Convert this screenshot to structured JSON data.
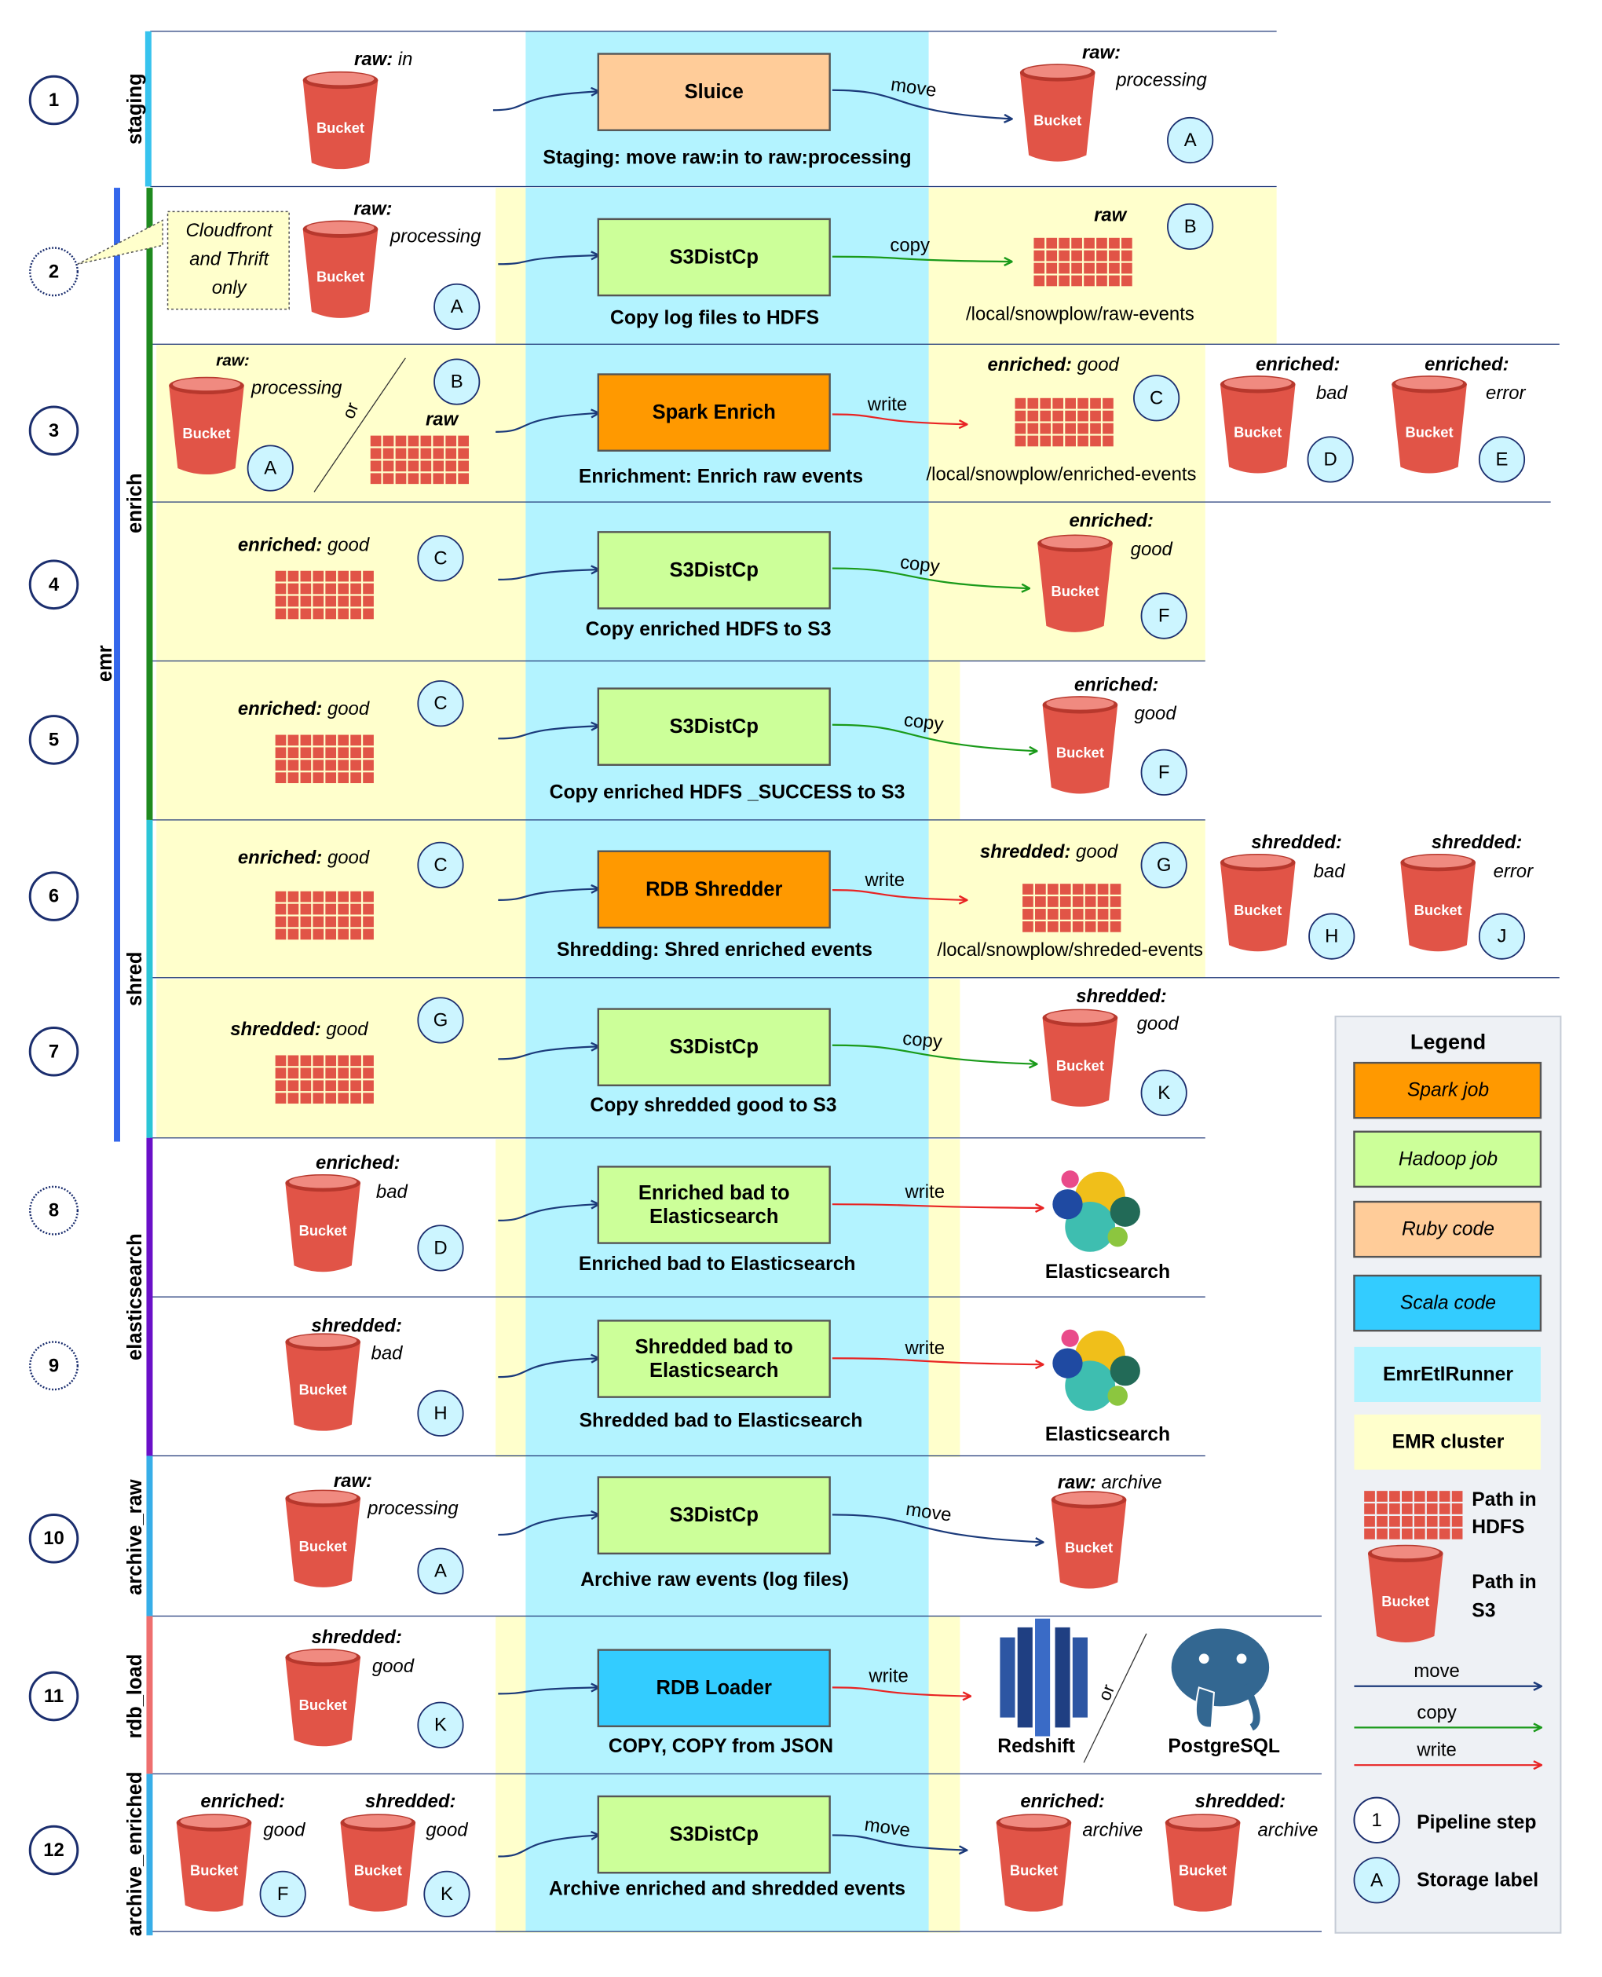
{
  "stages": [
    {
      "label": "staging",
      "color": "#37c3ee"
    },
    {
      "label": "emr",
      "color": "#3467eb"
    },
    {
      "label": "enrich",
      "color": "#1f8a1f"
    },
    {
      "label": "shred",
      "color": "#2cc5d6"
    },
    {
      "label": "elasticsearch",
      "color": "#6a10c8"
    },
    {
      "label": "archive_raw",
      "color": "#37aee8"
    },
    {
      "label": "rdb_load",
      "color": "#ee6f6f"
    },
    {
      "label": "archive_enriched",
      "color": "#37aee8"
    }
  ],
  "steps": [
    "1",
    "2",
    "3",
    "4",
    "5",
    "6",
    "7",
    "8",
    "9",
    "10",
    "11",
    "12"
  ],
  "storage_labels": [
    "A",
    "B",
    "C",
    "D",
    "E",
    "F",
    "G",
    "H",
    "J",
    "K"
  ],
  "bucket_text": "Bucket",
  "callout": {
    "lines": [
      "Cloudfront",
      "and Thrift",
      "only"
    ]
  },
  "or_text": "or",
  "rows": [
    {
      "job": [
        "Sluice"
      ],
      "caption": "Staging: move raw:in to raw:processing",
      "arrow": "move"
    },
    {
      "job": [
        "S3DistCp"
      ],
      "caption": "Copy log files to HDFS",
      "arrow": "copy",
      "path": "/local/snowplow/raw-events"
    },
    {
      "job": [
        "Spark Enrich"
      ],
      "caption": "Enrichment: Enrich raw events",
      "arrow": "write",
      "path": "/local/snowplow/enriched-events"
    },
    {
      "job": [
        "S3DistCp"
      ],
      "caption": "Copy enriched HDFS to S3",
      "arrow": "copy"
    },
    {
      "job": [
        "S3DistCp"
      ],
      "caption": "Copy enriched HDFS _SUCCESS to S3",
      "arrow": "copy"
    },
    {
      "job": [
        "RDB Shredder"
      ],
      "caption": "Shredding: Shred enriched events",
      "arrow": "write",
      "path": "/local/snowplow/shreded-events"
    },
    {
      "job": [
        "S3DistCp"
      ],
      "caption": "Copy shredded good to S3",
      "arrow": "copy"
    },
    {
      "job": [
        "Enriched bad to",
        "Elasticsearch"
      ],
      "caption": "Enriched bad to Elasticsearch",
      "arrow": "write",
      "target": "Elasticsearch"
    },
    {
      "job": [
        "Shredded bad to",
        "Elasticsearch"
      ],
      "caption": "Shredded bad to Elasticsearch",
      "arrow": "write",
      "target": "Elasticsearch"
    },
    {
      "job": [
        "S3DistCp"
      ],
      "caption": "Archive raw events (log files)",
      "arrow": "move"
    },
    {
      "job": [
        "RDB Loader"
      ],
      "caption": "COPY, COPY from JSON",
      "arrow": "write",
      "targets": [
        "Redshift",
        "PostgreSQL"
      ]
    },
    {
      "job": [
        "S3DistCp"
      ],
      "caption": "Archive enriched and shredded events",
      "arrow": "move"
    }
  ],
  "storage_text": {
    "raw_in": [
      "raw:",
      " in"
    ],
    "raw_processing": [
      "raw:",
      "processing"
    ],
    "raw": "raw",
    "enriched_good": [
      "enriched:",
      " good"
    ],
    "enriched_good2": [
      "enriched:",
      "good"
    ],
    "enriched_bad": [
      "enriched:",
      "bad"
    ],
    "enriched_error": [
      "enriched:",
      "error"
    ],
    "shredded_good": [
      "shredded:",
      " good"
    ],
    "shredded_good2": [
      "shredded:",
      "good"
    ],
    "shredded_bad": [
      "shredded:",
      "bad"
    ],
    "shredded_error": [
      "shredded:",
      "error"
    ],
    "raw_archive": [
      "raw:",
      " archive"
    ],
    "enriched_archive": [
      "enriched:",
      "archive"
    ],
    "shredded_archive": [
      "shredded:",
      "archive"
    ]
  },
  "legend": {
    "title": "Legend",
    "items": [
      {
        "label": "Spark job",
        "color": "#ff9900"
      },
      {
        "label": "Hadoop job",
        "color": "#ccff99"
      },
      {
        "label": "Ruby code",
        "color": "#ffcc99"
      },
      {
        "label": "Scala code",
        "color": "#33ccff"
      },
      {
        "label": "EmrEtlRunner",
        "color": "#b3f3ff"
      },
      {
        "label": "EMR cluster",
        "color": "#ffffcc"
      }
    ],
    "hdfs": [
      "Path in",
      "HDFS"
    ],
    "s3": [
      "Path in",
      "S3"
    ],
    "arrows": [
      {
        "label": "move",
        "color": "#1b3a7a"
      },
      {
        "label": "copy",
        "color": "#1a9a1a"
      },
      {
        "label": "write",
        "color": "#e82424"
      }
    ],
    "step": {
      "sample": "1",
      "label": "Pipeline step"
    },
    "storage": {
      "sample": "A",
      "label": "Storage label"
    }
  },
  "colors": {
    "spark": "#ff9900",
    "hadoop": "#ccff99",
    "ruby": "#ffcc99",
    "scala": "#33ccff",
    "runner": "#b3f3ff",
    "emr": "#ffffcc",
    "bucket": "#e15447",
    "move": "#1b3a7a",
    "copy": "#1a9a1a",
    "write": "#e82424"
  }
}
